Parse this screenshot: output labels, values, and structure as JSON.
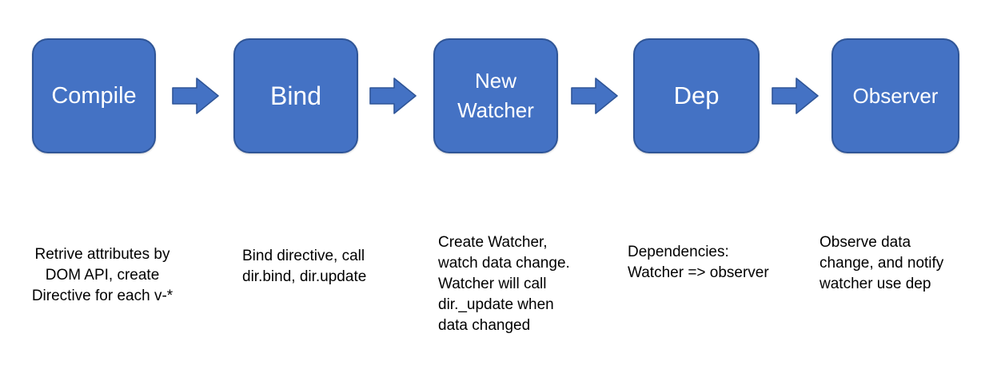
{
  "diagram": {
    "type": "flowchart",
    "direction": "left-to-right",
    "connector": "right-block-arrow",
    "steps": [
      {
        "label": "Compile",
        "caption": "Retrive attributes by\nDOM API, create\nDirective  for each v-*"
      },
      {
        "label": "Bind",
        "caption": "Bind directive, call\ndir.bind, dir.update"
      },
      {
        "label": "New\nWatcher",
        "caption": "Create Watcher,\nwatch data change.\nWatcher will call\ndir._update when\ndata changed"
      },
      {
        "label": "Dep",
        "caption": "Dependencies:\nWatcher => observer"
      },
      {
        "label": "Observer",
        "caption": "Observe data\nchange, and notify\nwatcher use dep"
      }
    ]
  },
  "colors": {
    "shape_fill": "#4472C4",
    "shape_border": "#2F5597",
    "label_text": "#FFFFFF",
    "caption_text": "#000000",
    "background": "#FFFFFF"
  }
}
